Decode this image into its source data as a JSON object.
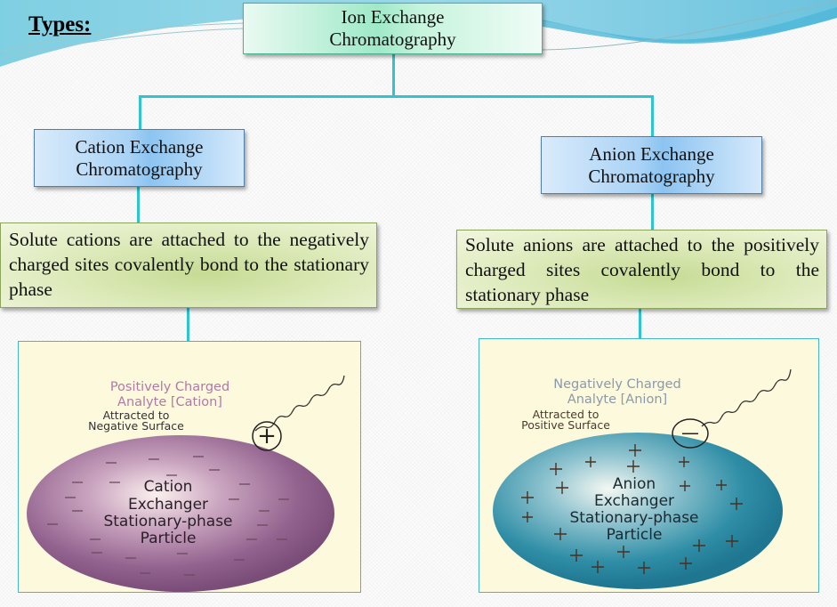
{
  "slide": {
    "title": "Types:",
    "root": {
      "line1": "Ion Exchange",
      "line2": "Chromatography"
    },
    "branches": [
      {
        "name_line1": "Cation Exchange",
        "name_line2": "Chromatography",
        "description": "Solute cations are attached to the negatively charged sites covalently bond to the stationary phase",
        "illustration": {
          "analyte_line1": "Positively Charged",
          "analyte_line2": "Analyte [Cation]",
          "attracted_line1": "Attracted to",
          "attracted_line2": "Negative Surface",
          "analyte_charge": "+",
          "particle_line1": "Cation",
          "particle_line2": "Exchanger",
          "particle_line3": "Stationary-phase",
          "particle_line4": "Particle",
          "surface_charge": "—",
          "particle_color": "#8a5a88",
          "analyte_label_color": "#b07aa6"
        }
      },
      {
        "name_line1": "Anion Exchange",
        "name_line2": "Chromatography",
        "description": "Solute anions are attached to the positively charged sites covalently bond to the stationary phase",
        "illustration": {
          "analyte_line1": "Negatively Charged",
          "analyte_line2": "Analyte [Anion]",
          "attracted_line1": "Attracted to",
          "attracted_line2": "Positive Surface",
          "analyte_charge": "—",
          "particle_line1": "Anion",
          "particle_line2": "Exchanger",
          "particle_line3": "Stationary-phase",
          "particle_line4": "Particle",
          "surface_charge": "+",
          "particle_color": "#2a8aa4",
          "analyte_label_color": "#8a9aaa"
        }
      }
    ],
    "colors": {
      "connector": "#2ec4d0",
      "root_box": "#9fe9c8",
      "type_box": "#a9d2f5",
      "desc_box": "#c6db94",
      "panel_bg": "#fdf9dd"
    }
  }
}
